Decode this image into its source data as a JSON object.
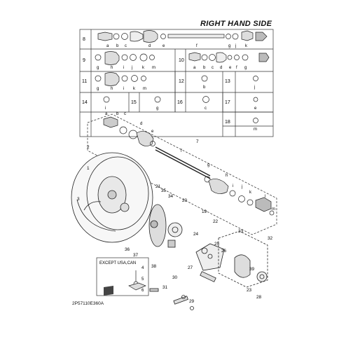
{
  "header": {
    "title": "RIGHT HAND SIDE"
  },
  "footer": {
    "code": "2P57110E360A"
  },
  "inset": {
    "caption": "EXCEPT USA,CAN",
    "labels": [
      "4",
      "5",
      "6"
    ]
  },
  "table": {
    "rows": [
      {
        "num": "8",
        "letters": [
          "a",
          "b",
          "c",
          "d",
          "e",
          "f",
          "g",
          "j",
          "k"
        ]
      },
      {
        "num": "9",
        "letters": [
          "g",
          "h",
          "i",
          "j",
          "k",
          "m"
        ]
      },
      {
        "num": "10",
        "letters": [
          "a",
          "b",
          "c",
          "d",
          "e",
          "f",
          "g"
        ]
      },
      {
        "num": "11",
        "letters": [
          "g",
          "h",
          "i",
          "k",
          "m"
        ]
      },
      {
        "num": "12",
        "letters": [
          "b"
        ]
      },
      {
        "num": "13",
        "letters": [
          "j"
        ]
      },
      {
        "num": "14",
        "letters": [
          "i"
        ]
      },
      {
        "num": "15",
        "letters": [
          "g"
        ]
      },
      {
        "num": "16",
        "letters": [
          "c"
        ]
      },
      {
        "num": "17",
        "letters": [
          "e"
        ]
      },
      {
        "num": "18",
        "letters": [
          "m"
        ]
      }
    ]
  },
  "callouts": {
    "main": [
      "1",
      "2",
      "3",
      "7",
      "19",
      "20",
      "21",
      "22",
      "23",
      "24",
      "25",
      "26",
      "27",
      "28",
      "29",
      "30",
      "31",
      "32",
      "33",
      "34",
      "35",
      "36",
      "37",
      "38",
      "39"
    ],
    "shaft_letters": [
      "a",
      "b",
      "c",
      "d",
      "e",
      "f",
      "g",
      "h",
      "i",
      "j",
      "k",
      "l",
      "m"
    ]
  }
}
